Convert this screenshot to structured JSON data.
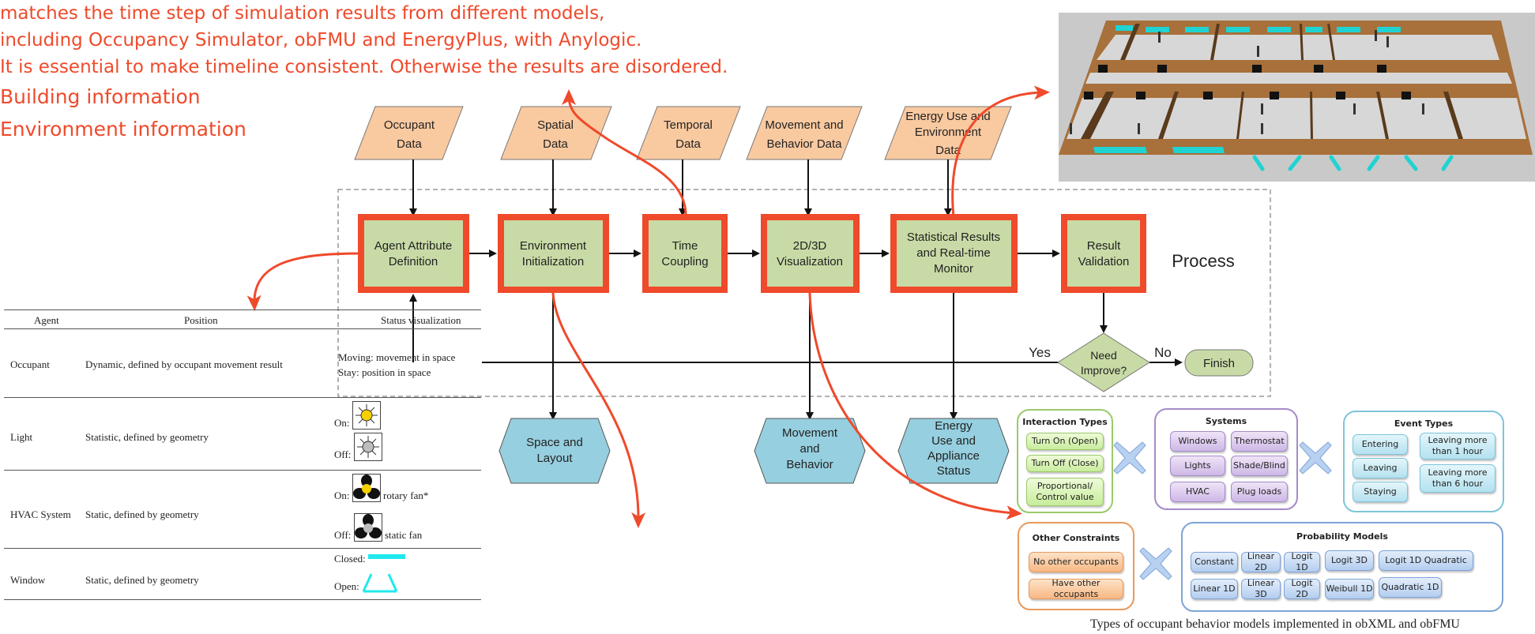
{
  "annotations": {
    "top_note": [
      "matches the time step of simulation results from different models,",
      "including Occupancy Simulator, obFMU and EnergyPlus, with Anylogic.",
      "It is essential to make timeline consistent. Otherwise the results are disordered."
    ],
    "bottom_note": [
      "Building information",
      "Environment information"
    ],
    "accent_color": "#ef4a2b"
  },
  "flowchart": {
    "inputs": [
      {
        "lines": [
          "Occupant",
          "Data"
        ]
      },
      {
        "lines": [
          "Spatial",
          "Data"
        ]
      },
      {
        "lines": [
          "Temporal",
          "Data"
        ]
      },
      {
        "lines": [
          "Movement and",
          "Behavior Data"
        ]
      },
      {
        "lines": [
          "Energy Use and",
          "Environment",
          "Data"
        ]
      }
    ],
    "process_label": "Process",
    "steps": [
      {
        "lines": [
          "Agent Attribute",
          "Definition"
        ]
      },
      {
        "lines": [
          "Environment",
          "Initialization"
        ]
      },
      {
        "lines": [
          "Time",
          "Coupling"
        ]
      },
      {
        "lines": [
          "2D/3D",
          "Visualization"
        ]
      },
      {
        "lines": [
          "Statistical Results",
          "and Real-time",
          "Monitor"
        ]
      },
      {
        "lines": [
          "Result",
          "Validation"
        ]
      }
    ],
    "decision": {
      "lines": [
        "Need",
        "Improve?"
      ],
      "yes": "Yes",
      "no": "No"
    },
    "terminal": "Finish",
    "outputs": [
      {
        "lines": [
          "Space and",
          "Layout"
        ]
      },
      {
        "lines": [
          "Movement",
          "and",
          "Behavior"
        ]
      },
      {
        "lines": [
          "Energy",
          "Use and",
          "Appliance",
          "Status"
        ]
      }
    ],
    "colors": {
      "input_fill": "#f9c9a0",
      "step_fill": "#c8dba6",
      "step_border": "#ef4a2b",
      "output_fill": "#96cfdf",
      "decision_fill": "#c8dba6"
    }
  },
  "agent_table": {
    "headers": [
      "Agent",
      "Position",
      "Status visualization"
    ],
    "rows": [
      {
        "agent": "Occupant",
        "position": "Dynamic, defined by occupant movement result",
        "status": [
          "Moving: movement in space",
          "Stay: position in space"
        ]
      },
      {
        "agent": "Light",
        "position": "Statistic, defined by geometry",
        "status": [
          "On:",
          "Off:"
        ]
      },
      {
        "agent": "HVAC System",
        "position": "Static, defined by geometry",
        "status": [
          "On:",
          "rotary fan*",
          "Off:",
          "static fan"
        ]
      },
      {
        "agent": "Window",
        "position": "Static, defined by geometry",
        "status": [
          "Closed:",
          "Open:"
        ]
      }
    ]
  },
  "behavior_models": {
    "interaction_types": {
      "title": "Interaction Types",
      "items": [
        "Turn On (Open)",
        "Turn Off (Close)",
        "Proportional/ Control value"
      ]
    },
    "systems": {
      "title": "Systems",
      "items": [
        "Windows",
        "Thermostat",
        "Lights",
        "Shade/Blind",
        "HVAC",
        "Plug loads"
      ]
    },
    "event_types": {
      "title": "Event Types",
      "items": [
        "Entering",
        "Leaving more than 1 hour",
        "Leaving",
        "Leaving more than 6 hour",
        "Staying"
      ]
    },
    "other_constraints": {
      "title": "Other Constraints",
      "items": [
        "No other occupants",
        "Have other occupants"
      ]
    },
    "probability_models": {
      "title": "Probability Models",
      "items": [
        "Constant",
        "Linear 2D",
        "Logit 1D",
        "Logit 3D",
        "Logit 1D Quadratic",
        "Linear 1D",
        "Linear 3D",
        "Logit 2D",
        "Weibull 1D",
        "Quadratic 1D"
      ]
    },
    "caption": "Types of occupant behavior models implemented in obXML and obFMU"
  }
}
